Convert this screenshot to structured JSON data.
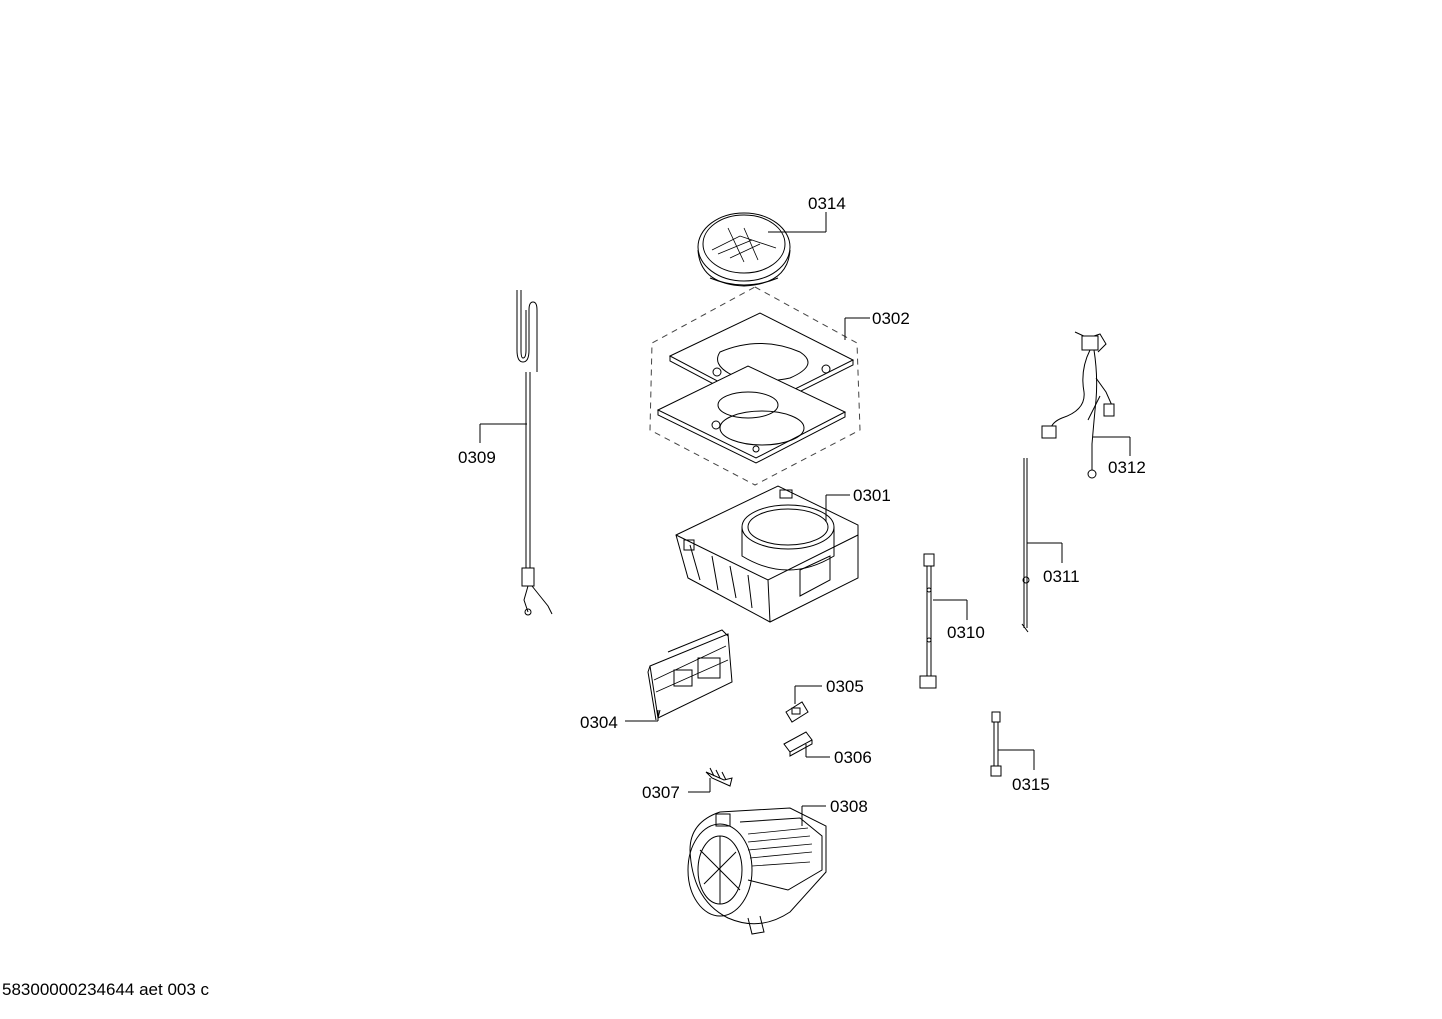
{
  "diagram": {
    "labels": {
      "p0301": "0301",
      "p0302": "0302",
      "p0304": "0304",
      "p0305": "0305",
      "p0306": "0306",
      "p0307": "0307",
      "p0308": "0308",
      "p0309": "0309",
      "p0310": "0310",
      "p0311": "0311",
      "p0312": "0312",
      "p0314": "0314",
      "p0315": "0315"
    },
    "footer_code": "58300000234644 aet 003 c"
  }
}
